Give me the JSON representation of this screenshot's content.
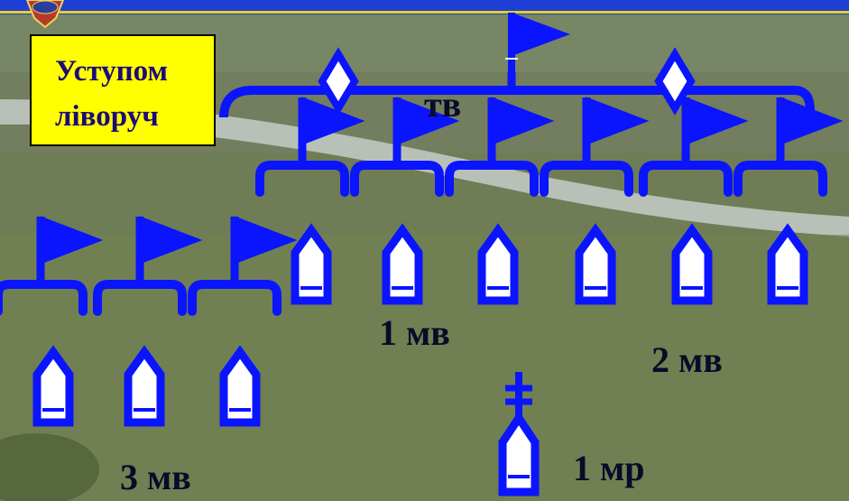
{
  "title": {
    "line1": "Уступом",
    "line2": "ліворуч"
  },
  "labels": {
    "tank_platoon": "тв",
    "platoon_1": "1 мв",
    "platoon_2": "2 мв",
    "platoon_3": "3 мв",
    "mortar_platoon": "1 мр"
  },
  "colors": {
    "symbol_blue": "#0a14ff",
    "title_yellow": "#ffff00",
    "header_bar_blue": "#1f3fd6"
  },
  "icons": [
    "emblem-icon",
    "command-flag-icon",
    "platoon-command-diamond-icon",
    "vehicle-flag-icon",
    "infantry-vehicle-icon",
    "mortar-icon"
  ]
}
